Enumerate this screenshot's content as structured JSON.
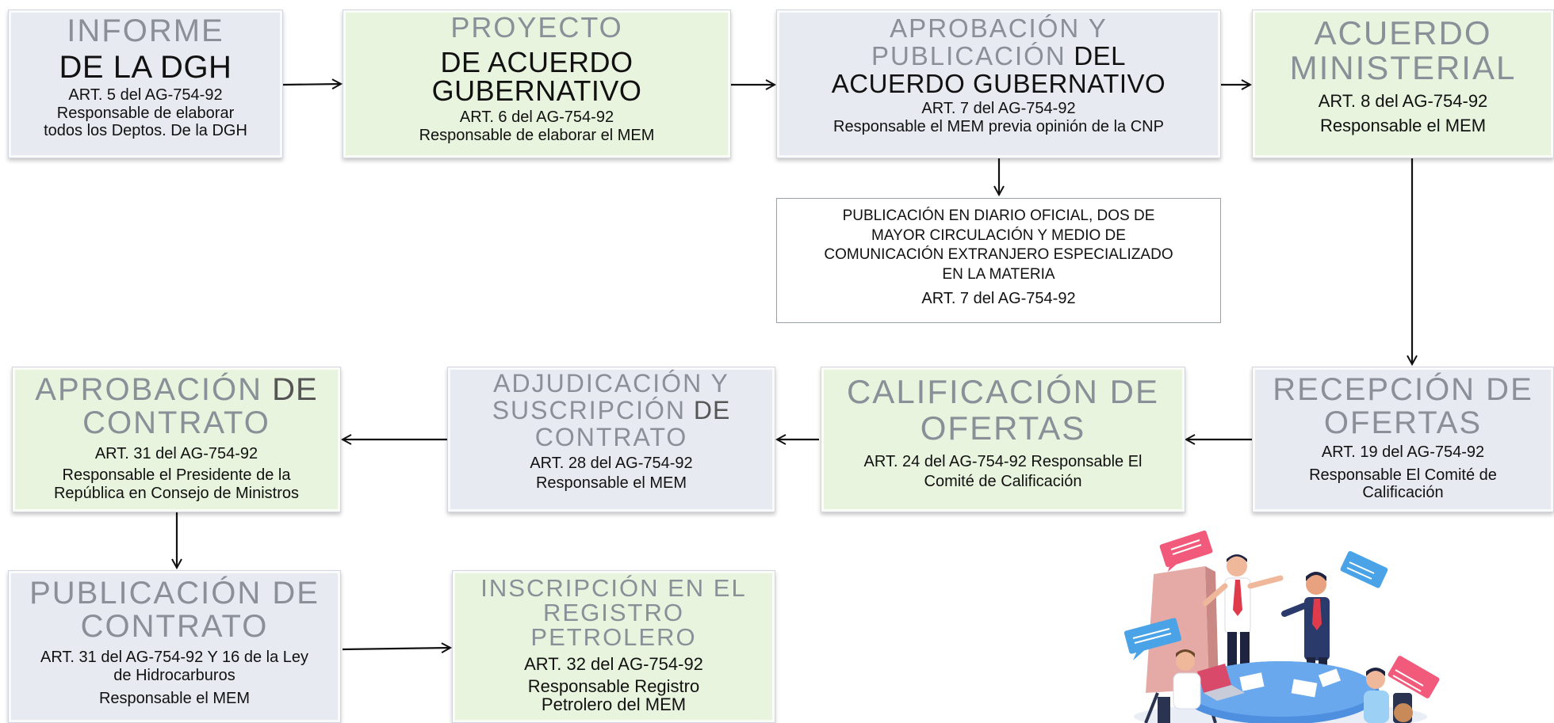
{
  "boxes": {
    "informe": {
      "title_light": "INFORME",
      "title_dark": "DE LA DGH",
      "line1": "ART. 5 del AG-754-92",
      "line2": "Responsable de elaborar",
      "line3": "todos  los Deptos. De la DGH"
    },
    "proyecto": {
      "title_light": "PROYECTO",
      "title_dark1": "DE ACUERDO",
      "title_dark2": "GUBERNATIVO",
      "line1": "ART. 6 del AG-754-92",
      "line2": "Responsable de elaborar el MEM"
    },
    "aprobacion": {
      "title_light1": "APROBACIÓN Y",
      "title_light2": "PUBLICACIÓN",
      "title_dark2": " DEL",
      "title_dark3": "ACUERDO GUBERNATIVO",
      "line1": "ART. 7 del AG-754-92",
      "line2": "Responsable el MEM previa opinión de la CNP"
    },
    "acuerdo_ministerial": {
      "title_light1": "ACUERDO",
      "title_light2": "MINISTERIAL",
      "line1": "ART. 8 del AG-754-92",
      "line2": "Responsable el MEM"
    },
    "publicacion_diario": {
      "line1": "PUBLICACIÓN EN DIARIO OFICIAL, DOS DE",
      "line2": "MAYOR CIRCULACIÓN Y MEDIO DE",
      "line3": "COMUNICACIÓN EXTRANJERO ESPECIALIZADO",
      "line4": "EN LA MATERIA",
      "line5": "ART. 7 del AG-754-92"
    },
    "recepcion": {
      "title_light1": "RECEPCIÓN DE",
      "title_light2": "OFERTAS",
      "line1": "ART. 19 del AG-754-92",
      "line2": "Responsable El Comité de",
      "line3": "Calificación"
    },
    "calificacion": {
      "title_light1": "CALIFICACIÓN DE",
      "title_light2": "OFERTAS",
      "line1": "ART. 24 del AG-754-92 Responsable El",
      "line2": "Comité de Calificación"
    },
    "adjudicacion": {
      "title_light1": "ADJUDICACIÓN Y",
      "title_light2": "SUSCRIPCIÓN",
      "title_dark2": " DE",
      "title_light3": "CONTRATO",
      "line1": "ART. 28 del AG-754-92",
      "line2": "Responsable el MEM"
    },
    "aprobacion_contrato": {
      "title_light1": "APROBACIÓN",
      "title_dark1": " DE",
      "title_light2": "CONTRATO",
      "line1": "ART. 31 del AG-754-92",
      "line2": "Responsable el Presidente de la",
      "line3": "República en Consejo de Ministros"
    },
    "publicacion_contrato": {
      "title_light1": "PUBLICACIÓN DE",
      "title_light2": "CONTRATO",
      "line1": "ART. 31 del AG-754-92 Y 16 de la Ley",
      "line2": "de Hidrocarburos",
      "line3": "Responsable el MEM"
    },
    "inscripcion": {
      "title_light1": "INSCRIPCIÓN EN EL",
      "title_light2": "REGISTRO",
      "title_light3": "PETROLERO",
      "line1": "ART. 32 del AG-754-92",
      "line2": "Responsable Registro",
      "line3": "Petrolero del MEM"
    }
  },
  "colors": {
    "grey_box": "#e7eaf1",
    "green_box": "#e8f4dd",
    "title_grey": "#8a8f98",
    "arrow": "#111111"
  }
}
